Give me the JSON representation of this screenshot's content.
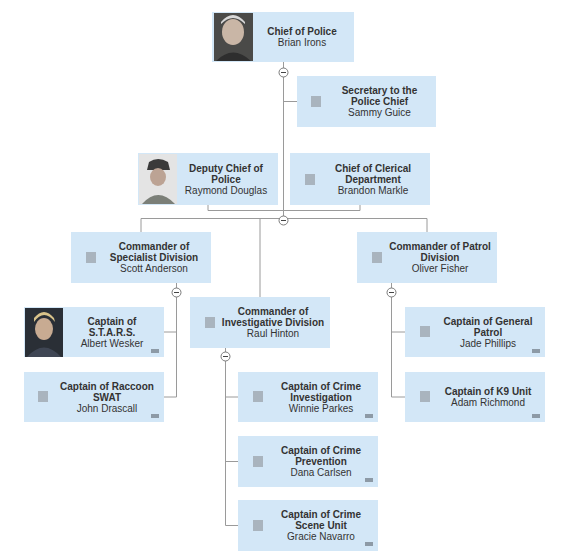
{
  "diagram": {
    "nodes": [
      {
        "text": [
          "Chief of Police",
          "Brian Irons"
        ]
      },
      {
        "text": [
          "Secretary to the Police Chief",
          "Sammy Guice"
        ]
      },
      {
        "text": [
          "Deputy Chief of Police",
          "Raymond Douglas"
        ]
      },
      {
        "text": [
          "Chief of Clerical Department",
          "Brandon Markle"
        ]
      },
      {
        "text": [
          "Commander of Specialist Division",
          "Scott Anderson"
        ]
      },
      {
        "text": [
          "Commander of Investigative Division",
          "Raul Hinton"
        ]
      },
      {
        "text": [
          "Commander of Patrol Division",
          "Oliver Fisher"
        ]
      },
      {
        "text": [
          "Captain of S.T.A.R.S.",
          "Albert Wesker"
        ]
      },
      {
        "text": [
          "Captain of Raccoon SWAT",
          "John Drascall"
        ]
      },
      {
        "text": [
          "Captain of Crime Investigation",
          "Winnie Parkes"
        ]
      },
      {
        "text": [
          "Captain of Crime Prevention",
          "Dana Carlsen"
        ]
      },
      {
        "text": [
          "Captain of Crime Scene Unit",
          "Gracie Navarro"
        ]
      },
      {
        "text": [
          "Captain of General Patrol",
          "Jade Phillips"
        ]
      },
      {
        "text": [
          "Captain of K9 Unit",
          "Adam Richmond"
        ]
      }
    ],
    "edges": [
      {
        "from": 0,
        "to": 1,
        "arrow": "none"
      },
      {
        "from": 0,
        "to": 2,
        "arrow": "none"
      },
      {
        "from": 0,
        "to": 3,
        "arrow": "none"
      },
      {
        "from": 0,
        "to": 4,
        "arrow": "none"
      },
      {
        "from": 0,
        "to": 5,
        "arrow": "none"
      },
      {
        "from": 0,
        "to": 6,
        "arrow": "none"
      },
      {
        "from": 4,
        "to": 7,
        "arrow": "none"
      },
      {
        "from": 4,
        "to": 8,
        "arrow": "none"
      },
      {
        "from": 5,
        "to": 9,
        "arrow": "none"
      },
      {
        "from": 5,
        "to": 10,
        "arrow": "none"
      },
      {
        "from": 5,
        "to": 11,
        "arrow": "none"
      },
      {
        "from": 6,
        "to": 12,
        "arrow": "none"
      },
      {
        "from": 6,
        "to": 13,
        "arrow": "none"
      }
    ]
  }
}
